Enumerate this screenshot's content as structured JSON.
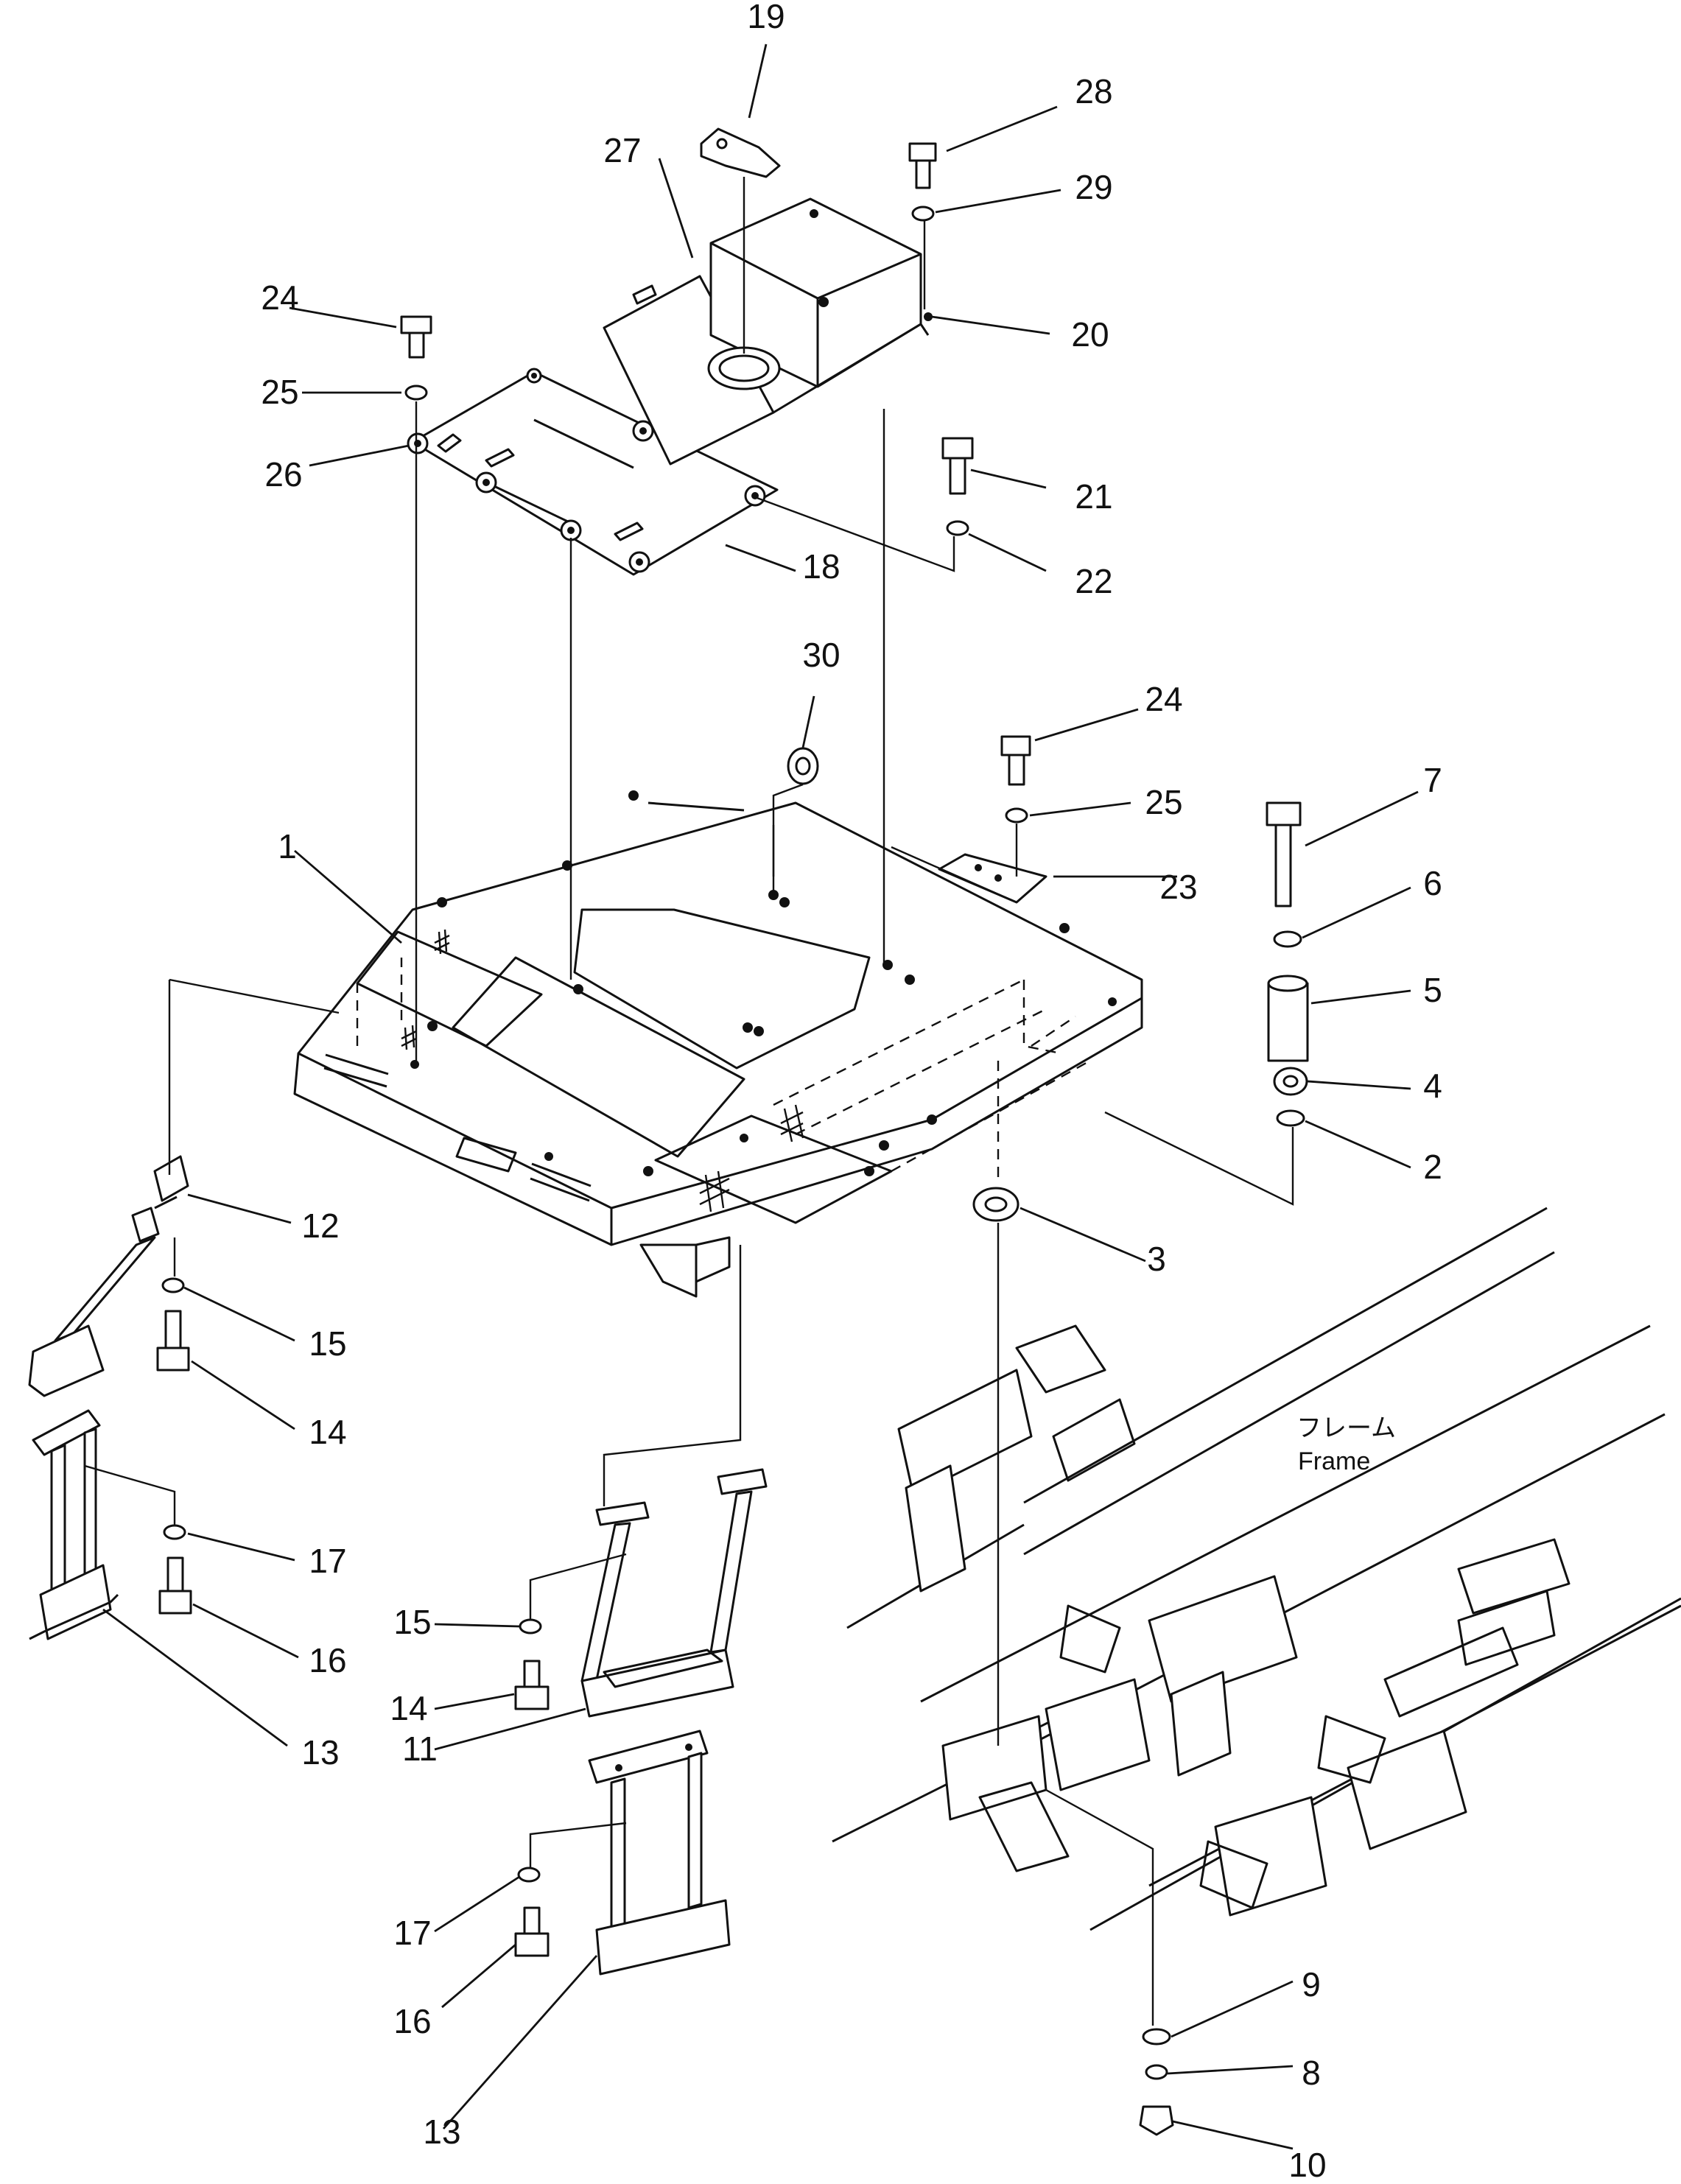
{
  "diagram": {
    "callouts": [
      "1",
      "2",
      "3",
      "4",
      "5",
      "6",
      "7",
      "8",
      "9",
      "10",
      "11",
      "12",
      "13",
      "13",
      "14",
      "14",
      "15",
      "15",
      "16",
      "16",
      "17",
      "17",
      "18",
      "19",
      "20",
      "21",
      "22",
      "23",
      "24",
      "24",
      "25",
      "25",
      "26",
      "27",
      "28",
      "29",
      "30"
    ],
    "frame_label_jp": "フレーム",
    "frame_label_en": "Frame"
  }
}
